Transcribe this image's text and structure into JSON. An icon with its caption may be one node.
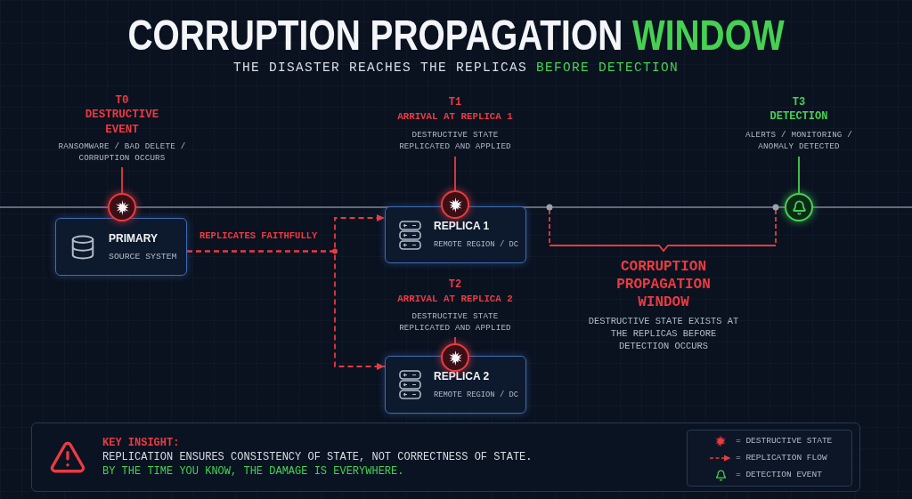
{
  "diagram": {
    "title": "CORRUPTION PROPAGATION WINDOW",
    "nodes": [
      {
        "text": [
          "T0",
          "DESTRUCTIVE EVENT",
          "RANSOMWARE / BAD DELETE / CORRUPTION OCCURS"
        ]
      },
      {
        "text": [],
        "shape": "circle"
      },
      {
        "text": [
          "PRIMARY",
          "SOURCE SYSTEM"
        ]
      },
      {
        "text": [
          "T1",
          "ARRIVAL AT REPLICA 1",
          "DESTRUCTIVE STATE REPLICATED AND APPLIED"
        ]
      },
      {
        "text": [],
        "shape": "circle"
      },
      {
        "text": [
          "REPLICA 1",
          "REMOTE REGION / DC"
        ]
      },
      {
        "text": [
          "T2",
          "ARRIVAL AT REPLICA 2",
          "DESTRUCTIVE STATE REPLICATED AND APPLIED"
        ]
      },
      {
        "text": [],
        "shape": "circle"
      },
      {
        "text": [
          "REPLICA 2",
          "REMOTE REGION / DC"
        ]
      },
      {
        "text": [
          "T3",
          "DETECTION",
          "ALERTS / MONITORING / ANOMALY DETECTED"
        ]
      },
      {
        "text": [],
        "shape": "circle"
      },
      {
        "text": [
          "KEY INSIGHT:",
          "REPLICATION ENSURES CONSISTENCY OF STATE, NOT CORRECTNESS OF STATE.",
          "BY THE TIME YOU KNOW, THE DAMAGE IS EVERYWHERE."
        ]
      }
    ],
    "edges": [
      {
        "from": 2,
        "to": 5,
        "arrow": "to",
        "label": "REPLICATES FAITHFULLY",
        "style": "dashed"
      },
      {
        "from": 2,
        "to": 8,
        "arrow": "to",
        "style": "dashed"
      },
      {
        "from": 0,
        "to": 1,
        "arrow": "none"
      },
      {
        "from": 3,
        "to": 4,
        "arrow": "none"
      },
      {
        "from": 6,
        "to": 7,
        "arrow": "none"
      },
      {
        "from": 9,
        "to": 10,
        "arrow": "none",
        "color": "#45d14e"
      }
    ],
    "labels": [
      "THE DISASTER REACHES THE REPLICAS BEFORE DETECTION",
      "CORRUPTION PROPAGATION WINDOW",
      "DESTRUCTIVE STATE EXISTS AT THE REPLICAS BEFORE DETECTION OCCURS"
    ],
    "legend": [
      {
        "text": "= DESTRUCTIVE STATE"
      },
      {
        "text": "= REPLICATION FLOW"
      },
      {
        "text": "= DETECTION EVENT"
      }
    ]
  }
}
